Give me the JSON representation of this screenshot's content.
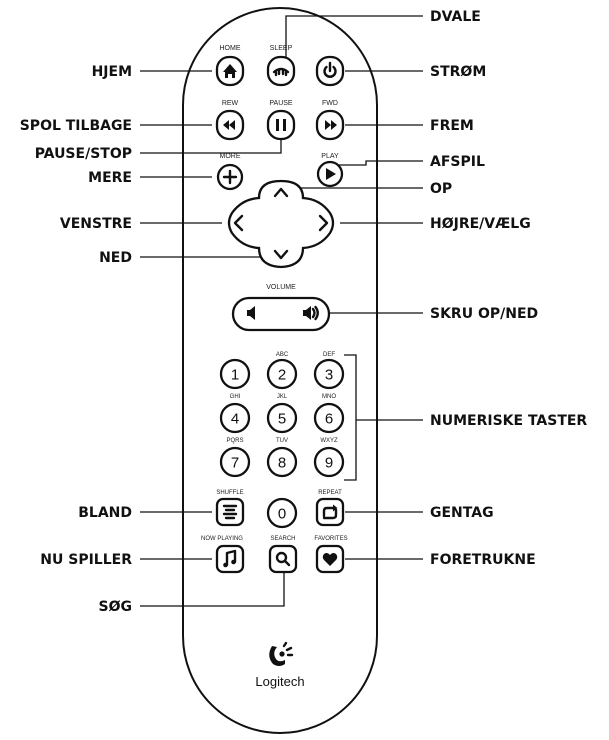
{
  "callouts": {
    "dvale": "DVALE",
    "hjem": "HJEM",
    "strom": "STRØM",
    "spol_tilbage": "SPOL TILBAGE",
    "frem": "FREM",
    "pause_stop": "PAUSE/STOP",
    "afspil": "AFSPIL",
    "mere": "MERE",
    "op": "OP",
    "venstre": "VENSTRE",
    "hojre_vaelg": "HØJRE/VÆLG",
    "ned": "NED",
    "skru_op_ned": "SKRU OP/NED",
    "numeriske_taster": "NUMERISKE TASTER",
    "bland": "BLAND",
    "gentag": "GENTAG",
    "nu_spiller": "NU SPILLER",
    "foretrukne": "FORETRUKNE",
    "sog": "SØG"
  },
  "remote_labels": {
    "home": "HOME",
    "sleep": "SLEEP",
    "rew": "REW",
    "pause": "PAUSE",
    "fwd": "FWD",
    "more": "MORE",
    "play": "PLAY",
    "volume": "VOLUME",
    "shuffle": "SHUFFLE",
    "repeat": "REPEAT",
    "now_playing": "NOW PLAYING",
    "search": "SEARCH",
    "favorites": "FAVORITES"
  },
  "keypad": {
    "k1": "1",
    "k2": "2",
    "k3": "3",
    "k4": "4",
    "k5": "5",
    "k6": "6",
    "k7": "7",
    "k8": "8",
    "k9": "9",
    "k0": "0",
    "abc": "ABC",
    "def": "DEF",
    "ghi": "GHI",
    "jkl": "JKL",
    "mno": "MNO",
    "pqrs": "PQRS",
    "tuv": "TUV",
    "wxyz": "WXYZ"
  },
  "brand": "Logitech"
}
